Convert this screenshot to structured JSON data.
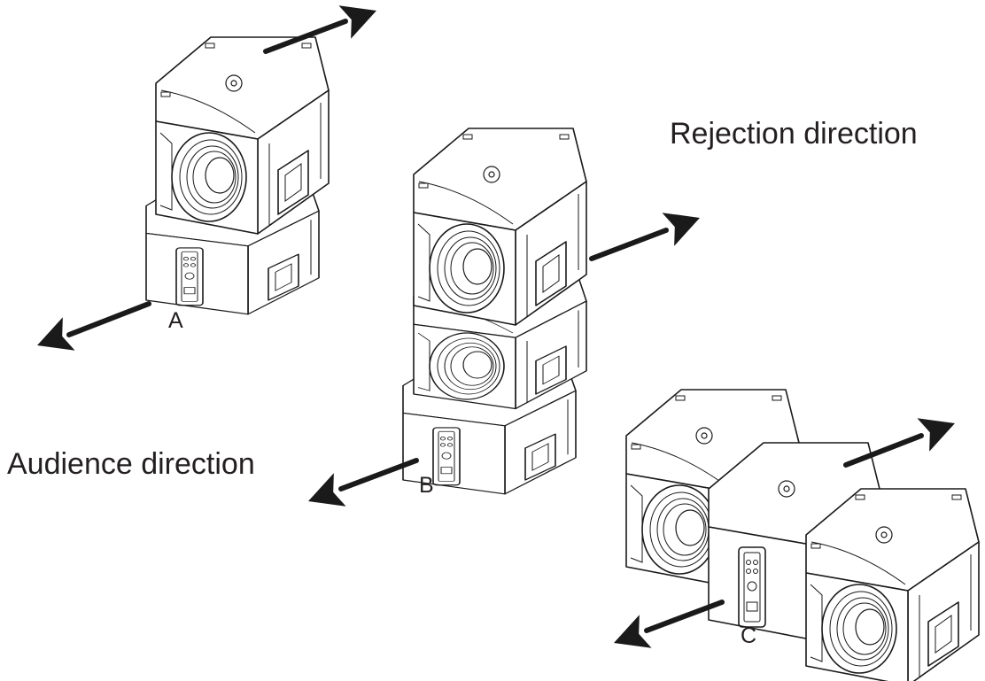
{
  "labels": {
    "rejection": "Rejection direction",
    "audience": "Audience direction",
    "config_a": "A",
    "config_b": "B",
    "config_c": "C"
  },
  "colors": {
    "ink": "#1a1a1a",
    "text": "#231f20",
    "background": "#ffffff"
  },
  "icons": {
    "arrow": "direction-arrow-icon",
    "cabinet": "subwoofer-cabinet-icon"
  }
}
